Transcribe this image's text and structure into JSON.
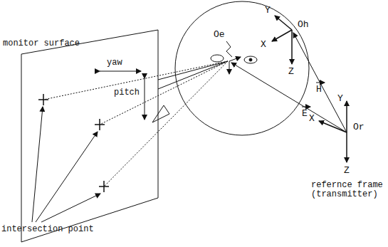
{
  "diagram": {
    "labels": [
      "monitor surface",
      "yaw",
      "pitch",
      "intersection point",
      "Oe",
      "Oh",
      "Y",
      "X",
      "Z",
      "H",
      "E",
      "Y",
      "X",
      "Z",
      "Or",
      "refernce frame (transmitter)"
    ]
  }
}
